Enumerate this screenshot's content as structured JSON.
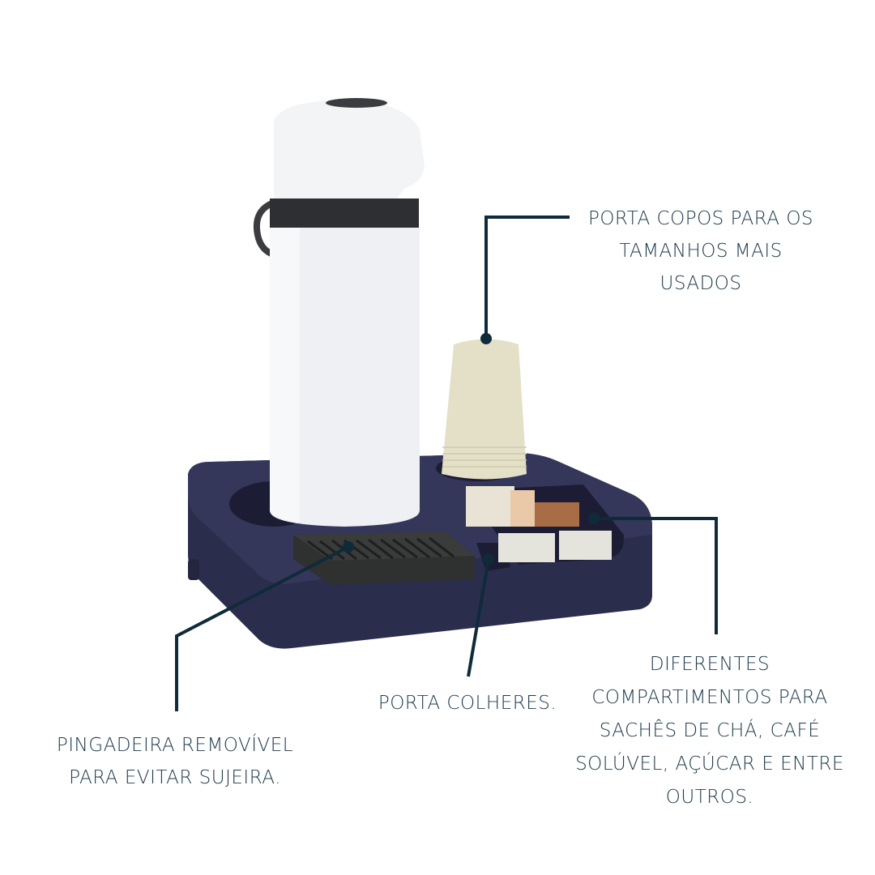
{
  "callouts": {
    "cups": {
      "lines": [
        "PORTA COPOS PARA OS",
        "TAMANHOS MAIS",
        "USADOS"
      ]
    },
    "drip_tray": {
      "lines": [
        "PINGADEIRA REMOVÍVEL",
        "PARA EVITAR SUJEIRA."
      ]
    },
    "spoons": {
      "lines": [
        "PORTA COLHERES."
      ]
    },
    "compartments": {
      "lines": [
        "DIFERENTES",
        "COMPARTIMENTOS PARA",
        "SACHÊS DE CHÁ, CAFÉ",
        "SOLÚVEL, AÇÚCAR E ENTRE",
        "OUTROS."
      ]
    }
  },
  "colors": {
    "callout_line": "#0f2b3a",
    "text": "#1d3a4a",
    "tray": "#2b2d4d",
    "thermos": "#f2f3f5",
    "band": "#2e2f33",
    "cups": "#e4e0c8"
  }
}
